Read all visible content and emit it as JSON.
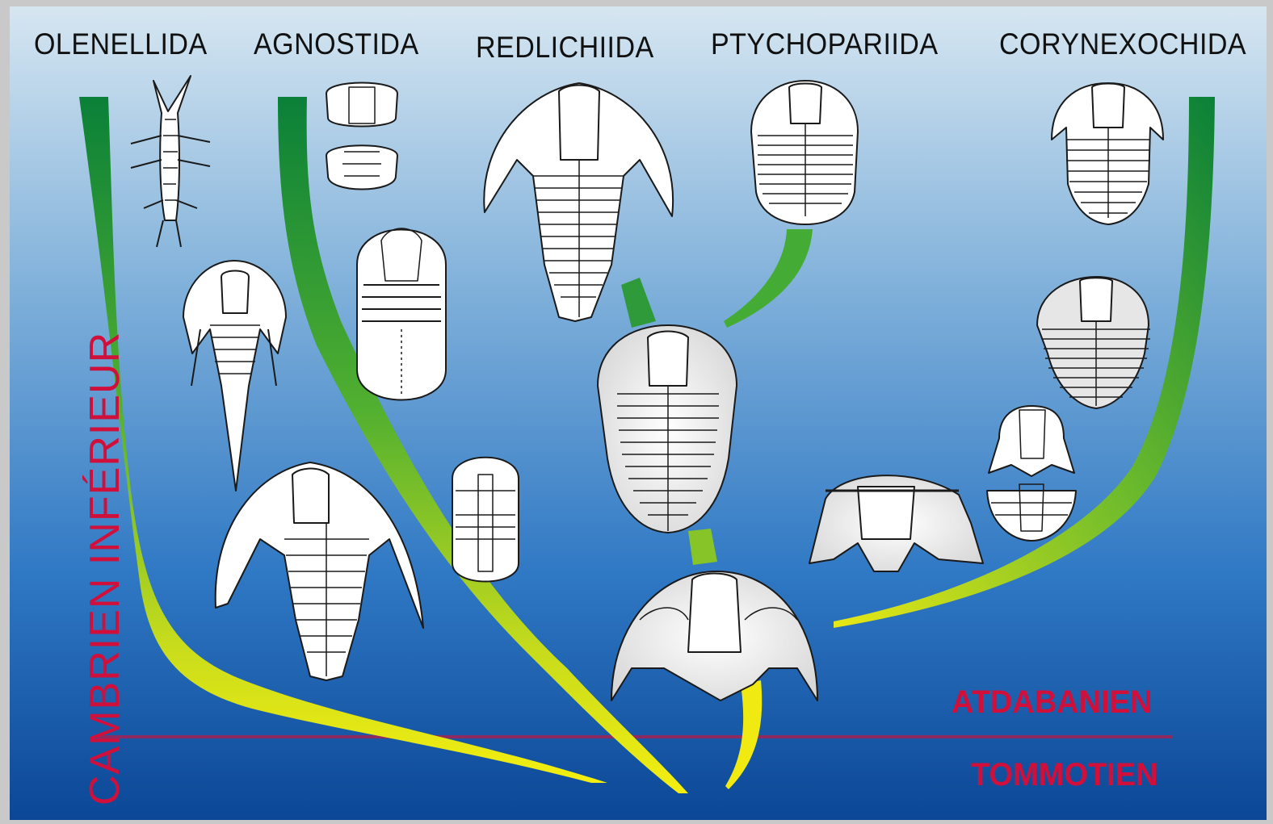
{
  "orders": [
    "OLENELLIDA",
    "AGNOSTIDA",
    "REDLICHIIDA",
    "PTYCHOPARIIDA",
    "CORYNEXOCHIDA"
  ],
  "epoch": "CAMBRIEN INFÉRIEUR",
  "stages": {
    "upper": "ATDABANIEN",
    "lower": "TOMMOTIEN"
  },
  "colors": {
    "background_top": "#cfe1ee",
    "background_bottom": "#0a4aa0",
    "branch_green": "#0c8a3a",
    "branch_yellow": "#f2ec10",
    "boundary_line": "#9a2a5a",
    "label_red": "#d0103a"
  }
}
